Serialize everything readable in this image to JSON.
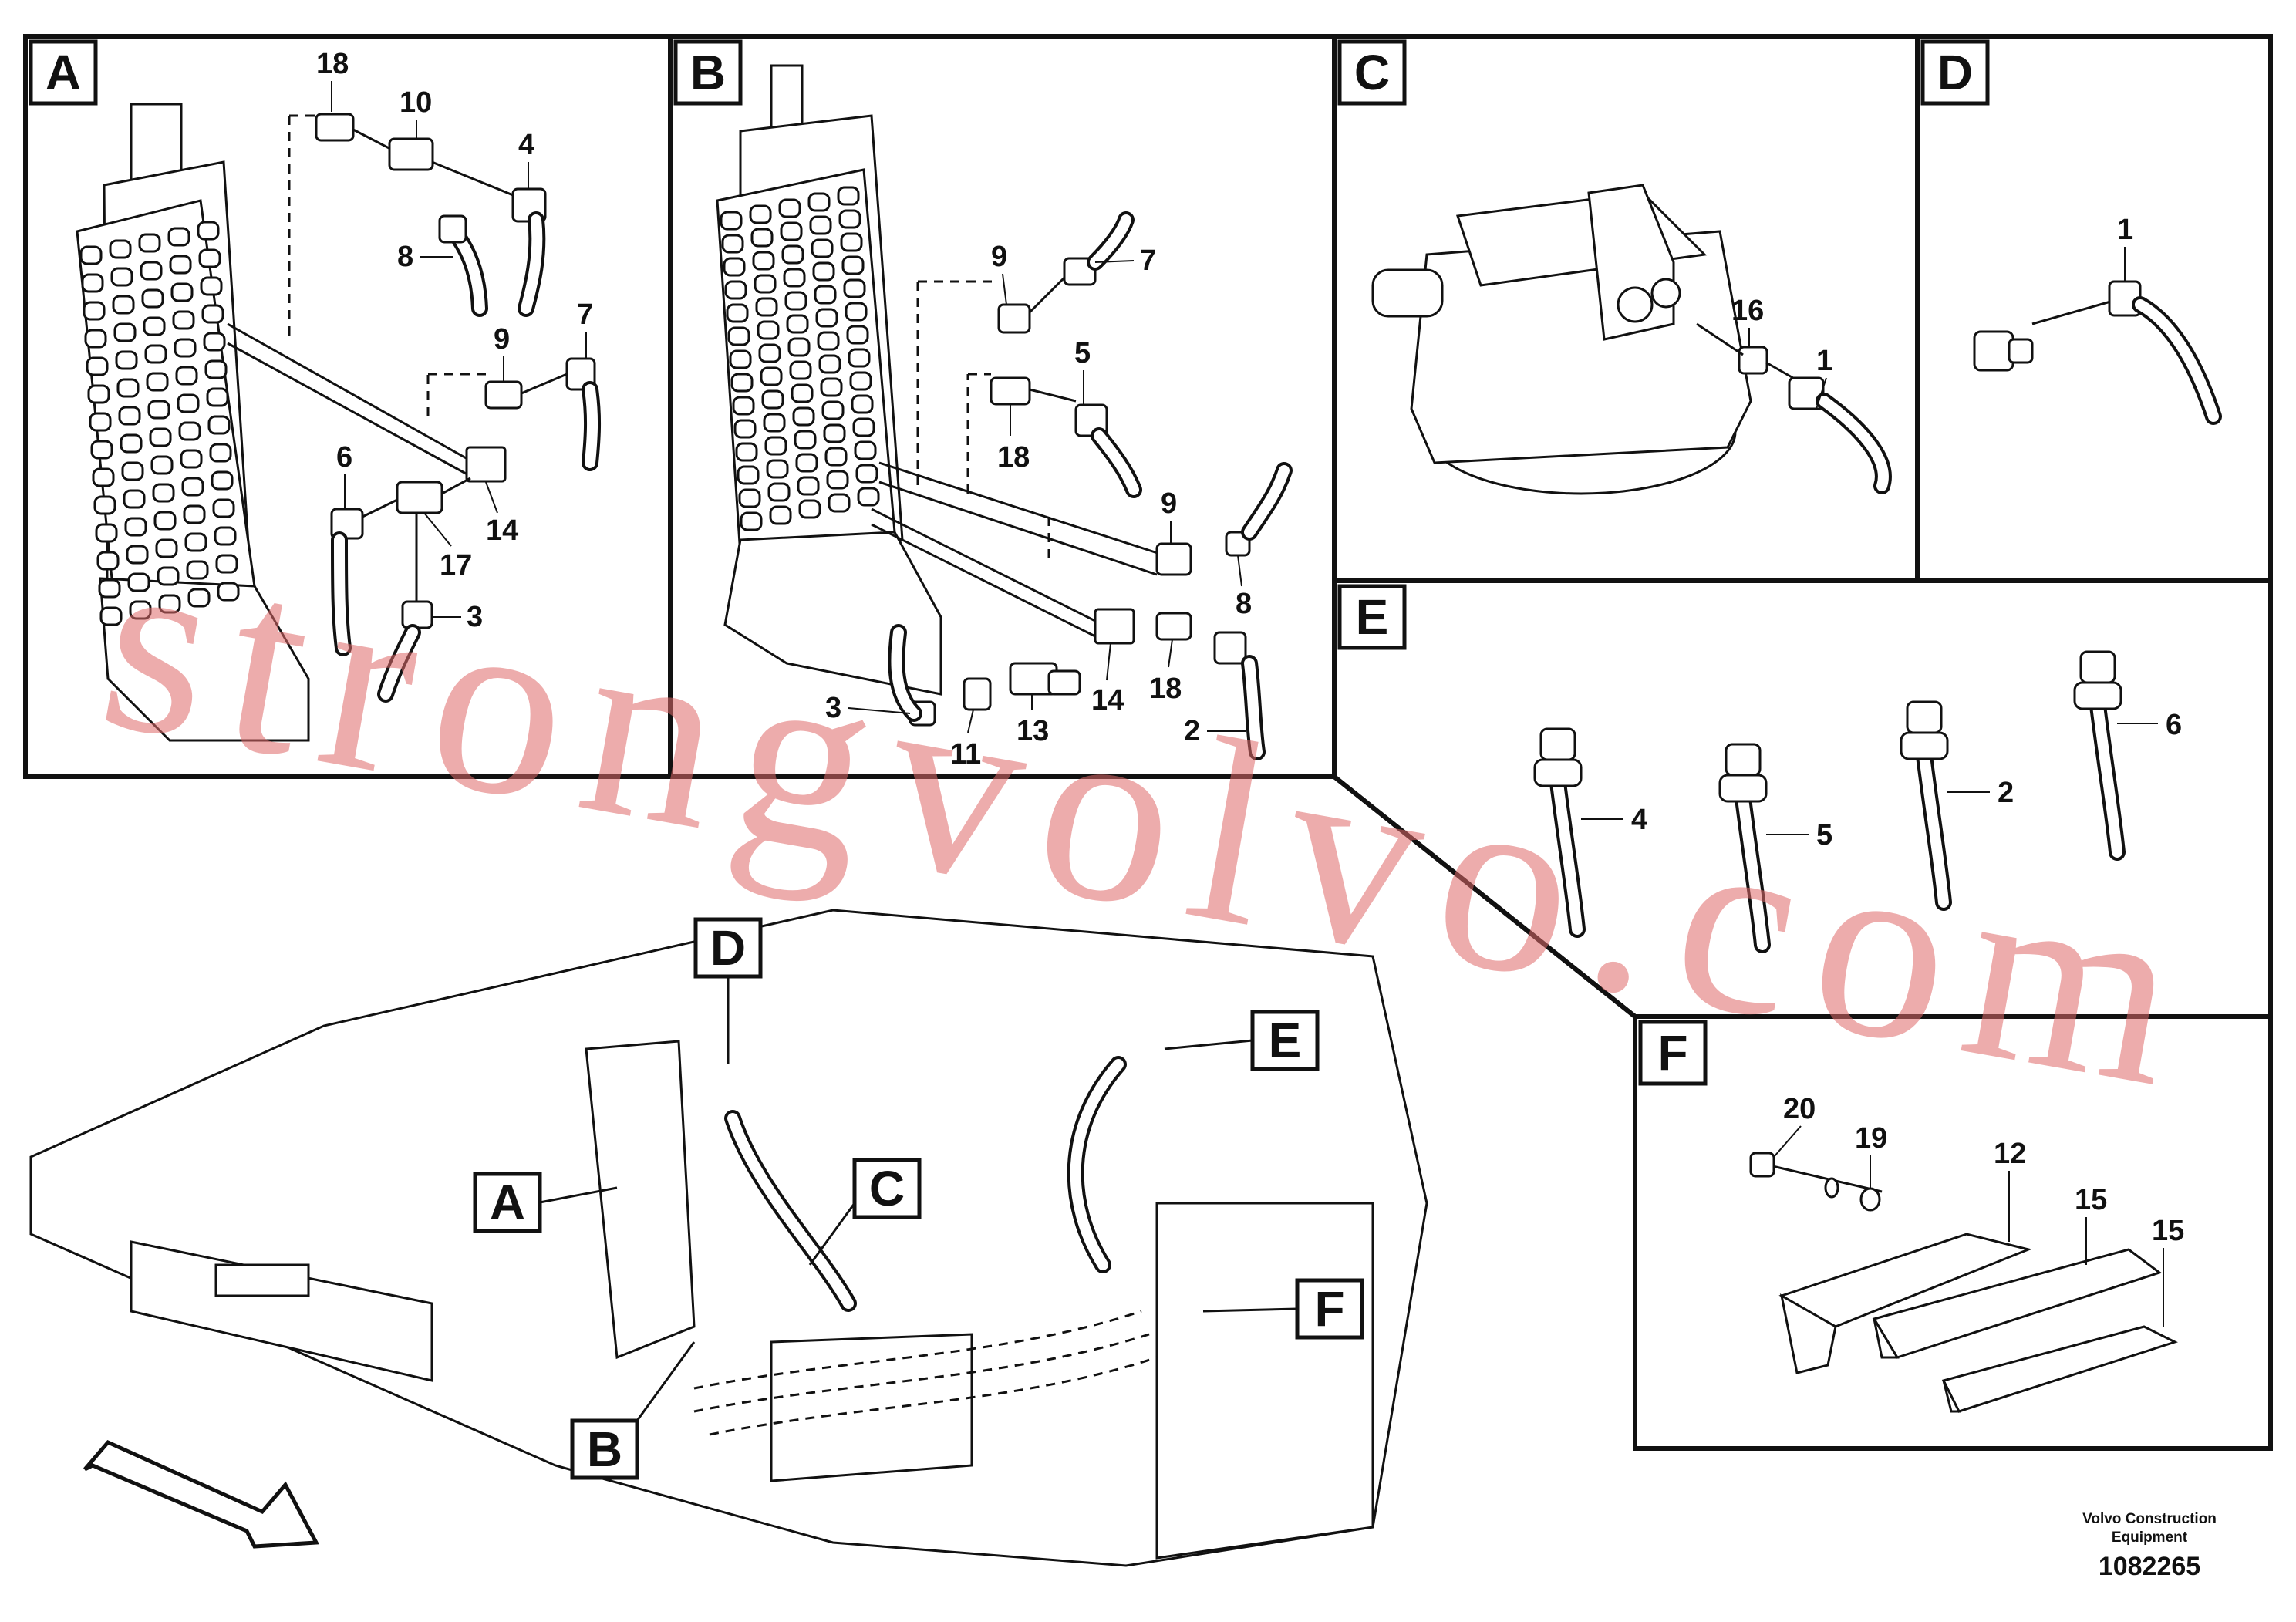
{
  "panels": [
    {
      "id": "A",
      "letter": "A"
    },
    {
      "id": "B",
      "letter": "B"
    },
    {
      "id": "C",
      "letter": "C"
    },
    {
      "id": "D",
      "letter": "D"
    },
    {
      "id": "E",
      "letter": "E"
    },
    {
      "id": "F",
      "letter": "F"
    }
  ],
  "overview_callouts": {
    "A": "A",
    "B": "B",
    "C": "C",
    "D": "D",
    "E": "E",
    "F": "F"
  },
  "callouts": {
    "A": [
      "18",
      "10",
      "4",
      "8",
      "9",
      "7",
      "6",
      "17",
      "14",
      "3"
    ],
    "B": [
      "9",
      "7",
      "5",
      "18",
      "9",
      "8",
      "3",
      "11",
      "13",
      "14",
      "18",
      "2"
    ],
    "C": [
      "16",
      "1"
    ],
    "D": [
      "1"
    ],
    "E": [
      "4",
      "5",
      "2",
      "6"
    ],
    "F": [
      "20",
      "19",
      "12",
      "15",
      "15"
    ]
  },
  "watermark": "strongvolvo.com",
  "footer": {
    "publisher_line1": "Volvo Construction",
    "publisher_line2": "Equipment",
    "drawing_number": "1082265"
  }
}
